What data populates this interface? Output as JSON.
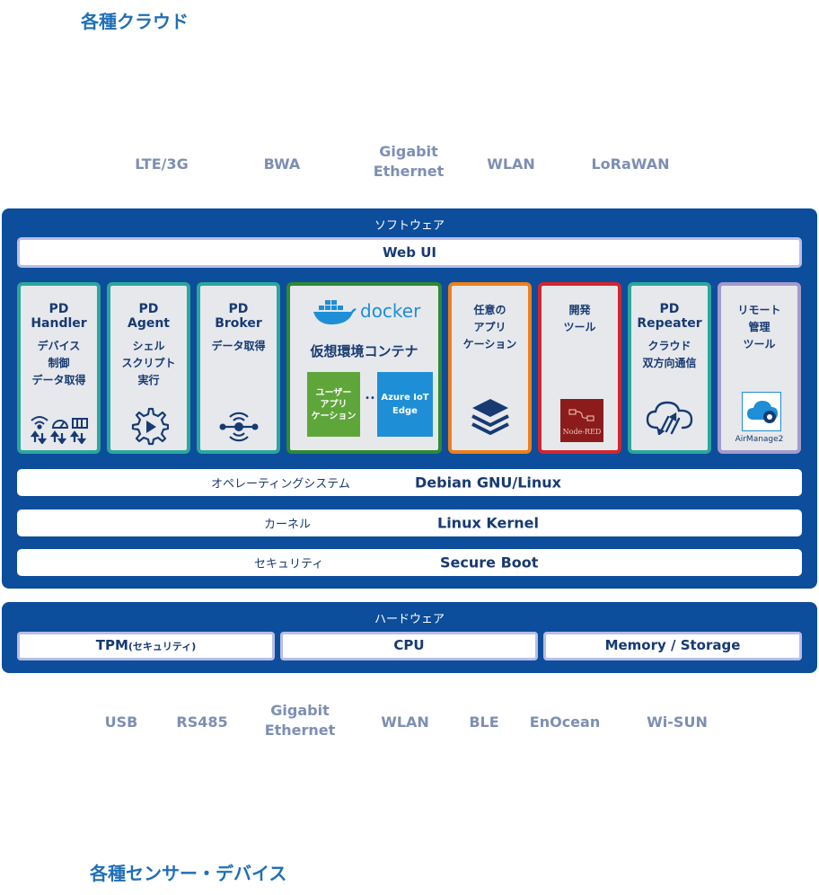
{
  "cloud_title": "各種クラウド",
  "sensor_title": "各種センサー・デバイス",
  "upper_protocols": [
    {
      "line1": "LTE/3G",
      "line2": ""
    },
    {
      "line1": "BWA",
      "line2": ""
    },
    {
      "line1": "Gigabit",
      "line2": "Ethernet"
    },
    {
      "line1": "WLAN",
      "line2": ""
    },
    {
      "line1": "LoRaWAN",
      "line2": ""
    }
  ],
  "lower_protocols": [
    {
      "line1": "USB",
      "line2": ""
    },
    {
      "line1": "RS485",
      "line2": ""
    },
    {
      "line1": "Gigabit",
      "line2": "Ethernet"
    },
    {
      "line1": "WLAN",
      "line2": ""
    },
    {
      "line1": "BLE",
      "line2": ""
    },
    {
      "line1": "EnOcean",
      "line2": ""
    },
    {
      "line1": "Wi-SUN",
      "line2": ""
    }
  ],
  "software": {
    "title": "ソフトウェア",
    "web_ui": "Web UI",
    "modules": [
      {
        "name_l1": "PD",
        "name_l2": "Handler",
        "desc": [
          "デバイス",
          "制御",
          "データ取得"
        ],
        "icon": "wireless-gauge-arrows-icon"
      },
      {
        "name_l1": "PD",
        "name_l2": "Agent",
        "desc": [
          "シェル",
          "スクリプト",
          "実行"
        ],
        "icon": "gear-play-icon"
      },
      {
        "name_l1": "PD",
        "name_l2": "Broker",
        "desc": [
          "データ取得"
        ],
        "icon": "broker-hub-icon"
      },
      {
        "name_l1": "任意の",
        "name_l2": "アプリ",
        "name_l3": "ケーション",
        "icon": "layers-stack-icon"
      },
      {
        "name_l1": "開発",
        "name_l2": "ツール",
        "icon": "node-red-icon",
        "icon_text": "Node-RED"
      },
      {
        "name_l1": "PD",
        "name_l2": "Repeater",
        "desc": [
          "クラウド",
          "双方向通信"
        ],
        "icon": "cloud-sync-icon"
      },
      {
        "name_l1": "リモート",
        "name_l2": "管理",
        "name_l3": "ツール",
        "icon": "cloud-gear-icon",
        "icon_caption": "AirManage2"
      }
    ],
    "docker": {
      "logo_text": "docker",
      "title": "仮想環境コンテナ",
      "user_app": [
        "ユーザー",
        "アプリ",
        "ケーション"
      ],
      "separator": "••",
      "azure": [
        "Azure IoT",
        "Edge"
      ]
    },
    "layers": [
      {
        "jp": "オペレーティングシステム",
        "en": "Debian GNU/Linux"
      },
      {
        "jp": "カーネル",
        "en": "Linux Kernel"
      },
      {
        "jp": "セキュリティ",
        "en": "Secure Boot"
      }
    ]
  },
  "hardware": {
    "title": "ハードウェア",
    "tpm": "TPM",
    "tpm_note": "(セキュリティ)",
    "cpu": "CPU",
    "memory": "Memory / Storage"
  },
  "colors": {
    "panel": "#0c4d9c",
    "teal": "#2ba79b",
    "green": "#2e8a32",
    "orange": "#ee7f1a",
    "red": "#d2262e",
    "purple": "#a59acb",
    "azure": "#1e8fd6",
    "user_app": "#5fa63a",
    "node_red": "#8c1c1c"
  }
}
